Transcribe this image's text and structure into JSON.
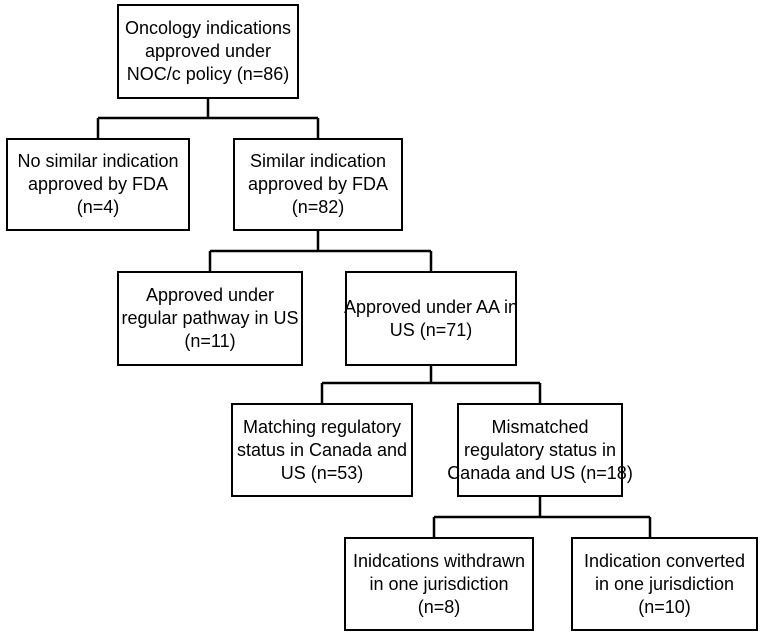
{
  "nodes": {
    "root": [
      "Oncology indications",
      "approved under",
      "NOC/c policy (n=86)"
    ],
    "no_similar": [
      "No similar indication",
      "approved by FDA",
      "(n=4)"
    ],
    "similar": [
      "Similar indication",
      "approved by FDA",
      "(n=82)"
    ],
    "regular": [
      "Approved under",
      "regular pathway in US",
      "(n=11)"
    ],
    "aa": [
      "Approved under AA in",
      "US (n=71)"
    ],
    "matching": [
      "Matching regulatory",
      "status in Canada and",
      "US (n=53)"
    ],
    "mismatched": [
      "Mismatched",
      "regulatory status in",
      "Canada and US (n=18)"
    ],
    "withdrawn": [
      "Inidcations withdrawn",
      "in one jurisdiction",
      "(n=8)"
    ],
    "converted": [
      "Indication converted",
      "in one jurisdiction",
      "(n=10)"
    ]
  }
}
